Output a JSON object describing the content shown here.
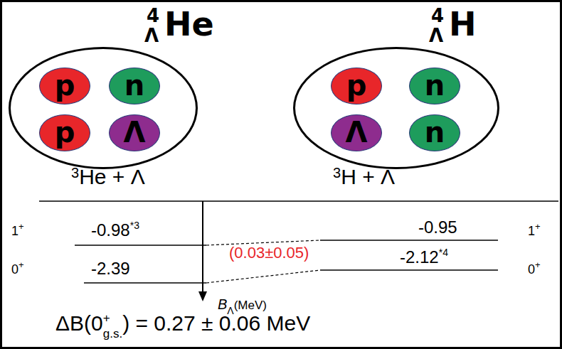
{
  "diagram": {
    "nodes": [
      {
        "text": [
          "4",
          "Λ",
          "He"
        ]
      },
      {
        "text": [
          "p"
        ],
        "in": 0
      },
      {
        "text": [
          "n"
        ],
        "in": 0
      },
      {
        "text": [
          "p"
        ],
        "in": 0
      },
      {
        "text": [
          "Λ"
        ],
        "in": 0
      },
      {
        "text": [
          "4",
          "Λ",
          "H"
        ]
      },
      {
        "text": [
          "p"
        ],
        "in": 5
      },
      {
        "text": [
          "n"
        ],
        "in": 5
      },
      {
        "text": [
          "Λ"
        ],
        "in": 5
      },
      {
        "text": [
          "n"
        ],
        "in": 5
      }
    ],
    "labels": [
      "3",
      "He + Λ",
      "3",
      "H + Λ",
      "1",
      "+",
      "-0.98",
      "*3",
      "-0.95",
      "1",
      "+",
      "(0.03±0.05)",
      "0",
      "+",
      "-2.39",
      "-2.12",
      "*4",
      "0",
      "+",
      "B",
      "Λ",
      "(MeV)",
      "ΔB(0",
      "+",
      "g.s.",
      ") = 0.27 ± 0.06 MeV"
    ]
  }
}
